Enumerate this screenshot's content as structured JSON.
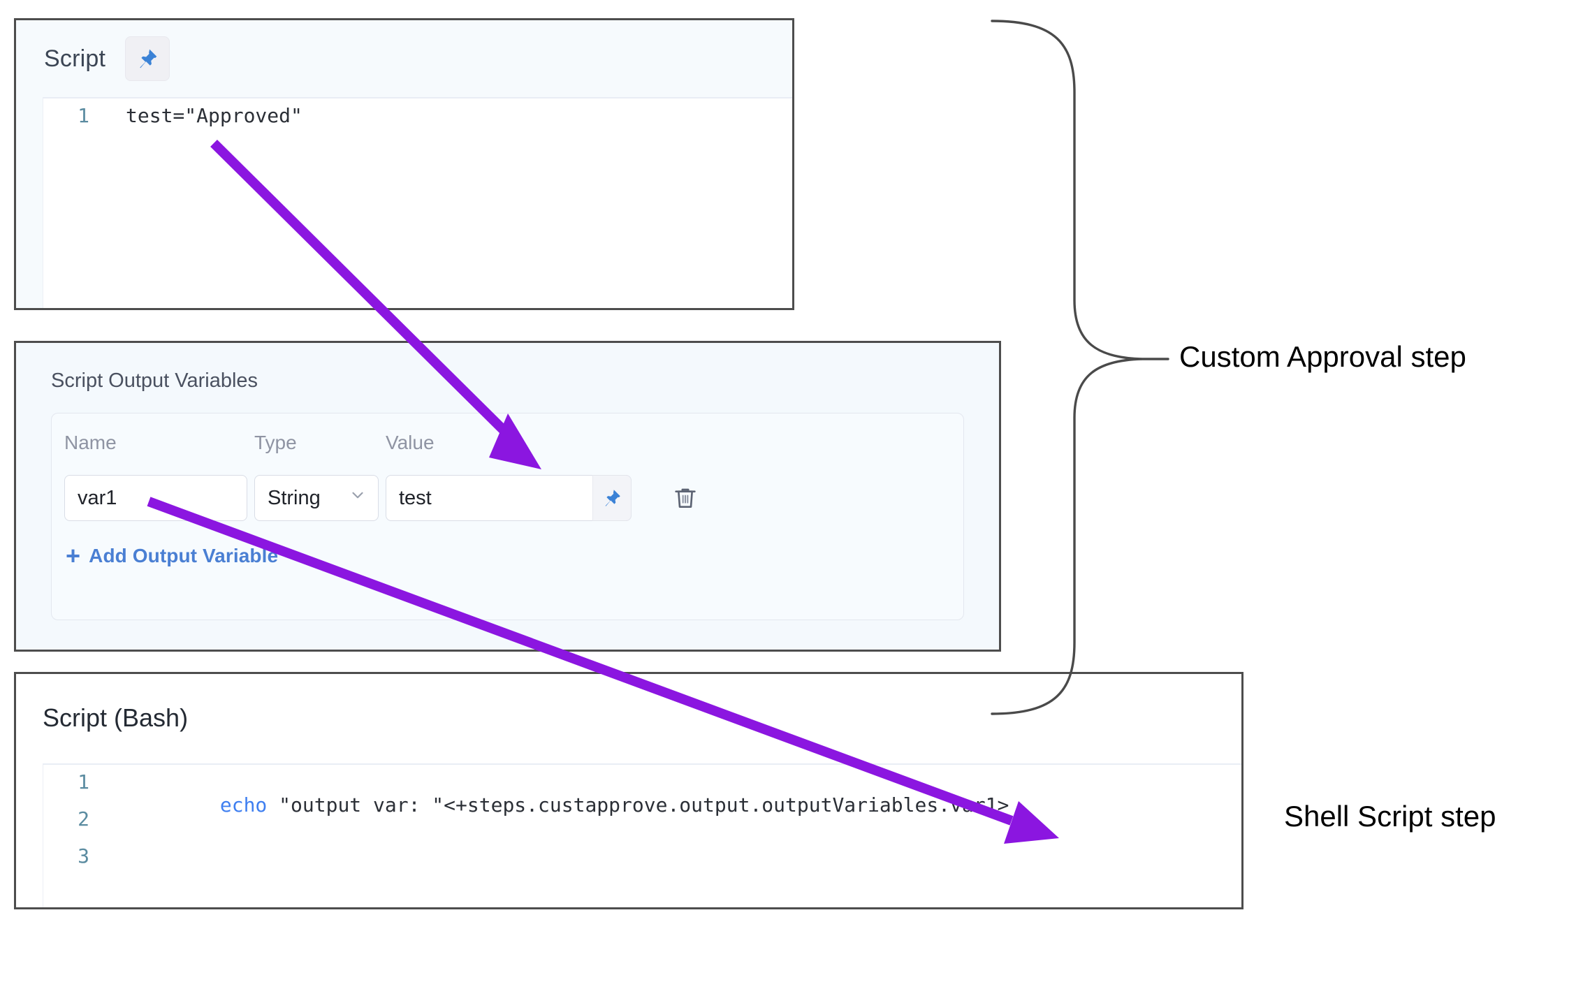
{
  "script_panel": {
    "title": "Script",
    "pin_icon": "pin-icon",
    "code_lines": [
      {
        "number": "1",
        "text": "test=\"Approved\""
      }
    ]
  },
  "output_variables_panel": {
    "title": "Script Output Variables",
    "columns": {
      "name": "Name",
      "type": "Type",
      "value": "Value"
    },
    "rows": [
      {
        "name": "var1",
        "type": "String",
        "value": "test",
        "pin_icon": "pin-icon",
        "delete_icon": "trash-icon",
        "type_chevron_icon": "chevron-down-icon"
      }
    ],
    "add_variable_label": "Add Output Variable",
    "add_variable_plus": "+"
  },
  "bash_panel": {
    "title": "Script (Bash)",
    "code_lines": [
      {
        "number": "1",
        "keyword": "echo",
        "text": " \"output var: \"<+steps.custapprove.output.outputVariables.var1>"
      },
      {
        "number": "2",
        "keyword": "",
        "text": ""
      },
      {
        "number": "3",
        "keyword": "",
        "text": ""
      }
    ]
  },
  "annotations": {
    "custom_approval_step": "Custom Approval step",
    "shell_script_step": "Shell Script step"
  },
  "colors": {
    "arrow_purple": "#8b16e0",
    "link_blue": "#4a7fd3",
    "pin_blue": "#3b82d6",
    "keyword_blue": "#3f7ff0",
    "panel_border": "#4d4d4d",
    "gutter_teal": "#5a8ba0"
  }
}
